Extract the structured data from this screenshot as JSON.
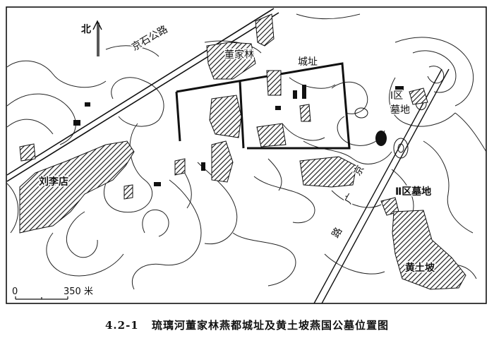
{
  "map": {
    "north_label": "北",
    "labels": {
      "highway": "京石公路",
      "dongjialin": "董家林",
      "city_site": "城址",
      "liulidian": "刘李店",
      "zone1_a": "Ⅰ区",
      "zone1_b": "墓地",
      "zone2": "Ⅱ区墓地",
      "road_jing": "京",
      "road_guang": "广",
      "road_lu": "路",
      "huangtupo": "黄土坡"
    },
    "scale": {
      "zero": "0",
      "length_label": "350 米"
    }
  },
  "caption": {
    "number": "4.2-1",
    "title": "琉璃河董家林燕都城址及黄土坡燕国公墓位置图"
  }
}
